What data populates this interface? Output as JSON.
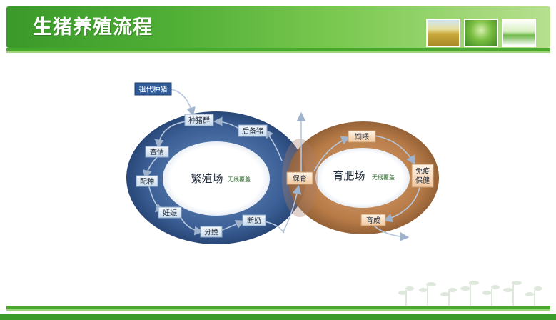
{
  "title": "生猪养殖流程",
  "thumbnails": [
    "wheat-field-photo",
    "seedling-photo",
    "green-landscape-photo"
  ],
  "colors": {
    "banner_green": "#3a9a2a",
    "breeding_ring": "#2e4f82",
    "fattening_ring": "#a8672e",
    "node_fill": "#dbe8f5"
  },
  "diagram": {
    "source": "祖代种猪",
    "breeding": {
      "label": "繁殖场",
      "note": "无线覆盖",
      "nodes": [
        "种猪群",
        "后备猪",
        "查情",
        "配种",
        "妊娠",
        "分娩",
        "断奶"
      ]
    },
    "shared_node": "保育",
    "fattening": {
      "label": "育肥场",
      "note": "无线覆盖",
      "nodes": [
        "饲喂",
        "免疫",
        "保健",
        "育成"
      ]
    }
  }
}
